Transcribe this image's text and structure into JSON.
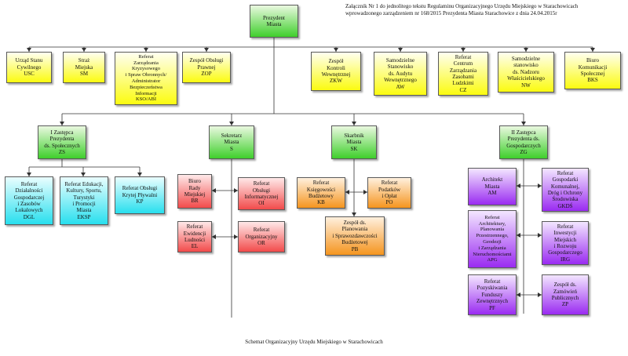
{
  "header": {
    "line1": "Załącznik Nr 1 do jednolitego tekstu Regulaminu Organizacyjnego Urzędu Miejskiego w Starachowicach",
    "line2": "wprowadzonego zarządzeniem nr 168/2015 Prezydenta Miasta Starachowice z dnia 24.04.2015r"
  },
  "footer": "Schemat Organizacyjny Urzędu Miejskiego w Starachowicach",
  "boxes": {
    "prezydent": [
      "Prezydent",
      "Miasta"
    ],
    "usc": [
      "Urząd Stanu",
      "Cywilnego",
      "USC"
    ],
    "sm": [
      "Straż",
      "Miejska",
      "SM"
    ],
    "kso": [
      "Referat",
      "Zarządzania",
      "Kryzysowego",
      "i Spraw Obronnych/",
      "Administrator",
      "Bezpieczeństwa",
      "Informacji",
      "KSO/ABI"
    ],
    "zop": [
      "Zespół Obsługi",
      "Prawnej",
      "ZOP"
    ],
    "zkw": [
      "Zespół",
      "Kontroli",
      "Wewnętrznej",
      "ZKW"
    ],
    "aw": [
      "Samodzielne",
      "Stanowisko",
      "ds. Audytu",
      "Wewnętrznego",
      "AW"
    ],
    "cz": [
      "Referat",
      "Centrum",
      "Zarządzania",
      "Zasobami",
      "Ludzkimi",
      "CZ"
    ],
    "nw": [
      "Samodzielne",
      "stanowisko",
      "ds. Nadzoru",
      "Właścicielskiego",
      "NW"
    ],
    "bks": [
      "Biuro",
      "Komunikacji",
      "Społecznej",
      "BKS"
    ],
    "zs": [
      "I Zastępca",
      "Prezydenta",
      "ds. Społecznych",
      "ZS"
    ],
    "s": [
      "Sekretarz",
      "Miasta",
      "S"
    ],
    "sk": [
      "Skarbnik",
      "Miasta",
      "SK"
    ],
    "zg": [
      "II Zastępca",
      "Prezydenta ds.",
      "Gospodarczych",
      "ZG"
    ],
    "dgl": [
      "Referat",
      "Działalności",
      "Gospodarczej",
      "i Zasobów",
      "Lokalowych",
      "DGL"
    ],
    "eksp": [
      "Referat Edukacji,",
      "Kultury, Sportu,",
      "Turystyki",
      "i Promocji",
      "Miasta",
      "EKSP"
    ],
    "kp": [
      "Referat Obsługi",
      "Krytej Pływalni",
      "KP"
    ],
    "br": [
      "Biuro",
      "Rady",
      "Miejskiej",
      "BR"
    ],
    "oi": [
      "Referat",
      "Obsługi",
      "Informatycznej",
      "OI"
    ],
    "el": [
      "Referat",
      "Ewidencji",
      "Ludności",
      "EL"
    ],
    "or": [
      "Referat",
      "Organizacyjny",
      "OR"
    ],
    "kb": [
      "Referat",
      "Księgowości",
      "Budżetowy",
      "KB"
    ],
    "po": [
      "Referat",
      "Podatków",
      "i Opłat",
      "PO"
    ],
    "pb": [
      "Zespół ds.",
      "Planowania",
      "i Sprawozdawczości",
      "Budżetowej",
      "PB"
    ],
    "am": [
      "Architekt",
      "Miasta",
      "AM"
    ],
    "gkds": [
      "Referat",
      "Gospodarki",
      "Komunalnej,",
      "Dróg i Ochrony",
      "Środowiska",
      "GKDŚ"
    ],
    "apg": [
      "Referat",
      "Architektury,",
      "Planowania",
      "Przestrzennego,",
      "Geodezji",
      "i Zarządzania",
      "Nieruchomościami",
      "APG"
    ],
    "irg": [
      "Referat",
      "Inwestycji",
      "Miejskich",
      "i Rozwoju",
      "Gospodarczego",
      "IRG"
    ],
    "pf": [
      "Referat",
      "Pozyskiwania",
      "Funduszy",
      "Zewnętrznych",
      "PF"
    ],
    "zp": [
      "Zespół ds.",
      "Zamówień",
      "Publicznych",
      "ZP"
    ]
  },
  "colors": {
    "management": "#3fcf2c",
    "independent": "#fbfb10",
    "social": "#28dfee",
    "secretary": "#f24b4b",
    "treasurer": "#f5951f",
    "economic": "#9a2bf1"
  }
}
